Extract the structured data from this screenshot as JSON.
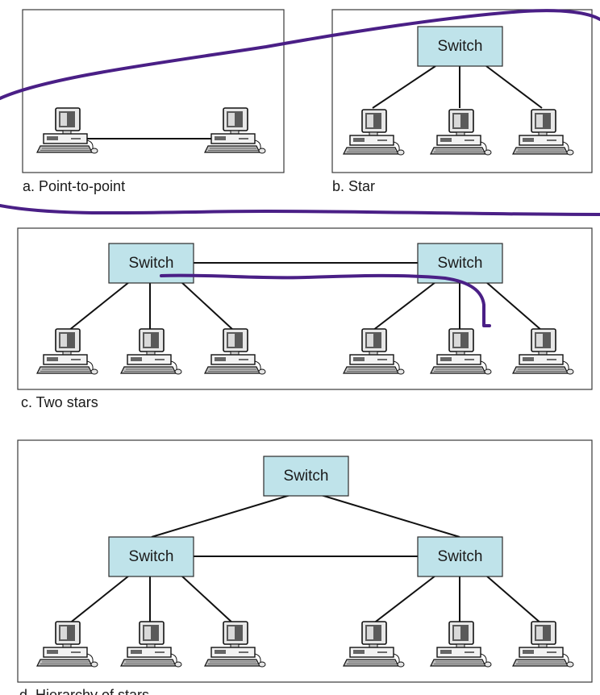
{
  "panels": [
    {
      "caption": "a. Point-to-point"
    },
    {
      "caption": "b. Star",
      "switch_label": "Switch"
    },
    {
      "caption": "c. Two stars",
      "switch_labels": [
        "Switch",
        "Switch"
      ]
    },
    {
      "caption": "d. Hierarchy of stars",
      "switch_labels": [
        "Switch",
        "Switch",
        "Switch"
      ]
    }
  ],
  "colors": {
    "switch_fill": "#bfe3ea",
    "annotation_ink": "#4a1f86",
    "border": "#3a3a3a"
  },
  "icons": [
    "computer-icon"
  ]
}
